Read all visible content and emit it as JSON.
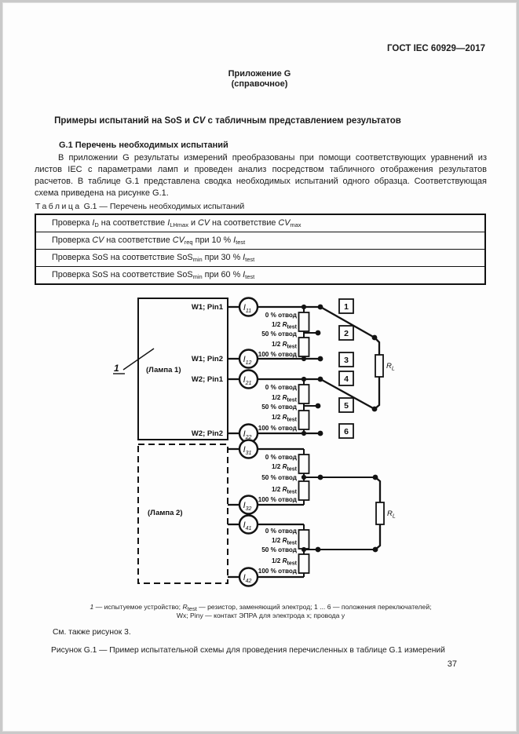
{
  "page": {
    "standard_ref": "ГОСТ IEC 60929—2017",
    "page_number": "37"
  },
  "annex": {
    "title": "Приложение G",
    "subtitle": "(справочное)"
  },
  "main_title_segments": [
    {
      "t": "Примеры испытаний на SoS и "
    },
    {
      "t": "CV",
      "s": "i"
    },
    {
      "t": " с табличным представлением результатов"
    }
  ],
  "section": {
    "heading": "G.1  Перечень необходимых испытаний",
    "paragraph": "В приложении G результаты измерений преобразованы при помощи соответствующих уравнений из листов IEC с параметрами ламп и проведен анализ посредством табличного отображения результатов расчетов. В таблице G.1 представлена сводка необходимых испытаний одного образца. Соответствующая схема приведена на рисунке G.1."
  },
  "table": {
    "caption_word": "Таблица",
    "caption_rest": " G.1 — Перечень необходимых испытаний",
    "rows": [
      {
        "segments": [
          {
            "t": "Проверка "
          },
          {
            "t": "I",
            "s": "i"
          },
          {
            "t": "D",
            "s": "sub"
          },
          {
            "t": " на соответствие "
          },
          {
            "t": "I",
            "s": "i"
          },
          {
            "t": "LHmax",
            "s": "sub"
          },
          {
            "t": " и "
          },
          {
            "t": "CV",
            "s": "i"
          },
          {
            "t": " на соответствие "
          },
          {
            "t": "CV",
            "s": "i"
          },
          {
            "t": "max",
            "s": "sub"
          }
        ]
      },
      {
        "segments": [
          {
            "t": "Проверка "
          },
          {
            "t": "CV",
            "s": "i"
          },
          {
            "t": " на соответствие "
          },
          {
            "t": "CV",
            "s": "i"
          },
          {
            "t": "req",
            "s": "sub"
          },
          {
            "t": " при 10 % "
          },
          {
            "t": "I",
            "s": "i"
          },
          {
            "t": "test",
            "s": "sub"
          }
        ]
      },
      {
        "segments": [
          {
            "t": "Проверка SoS на соответствие SoS"
          },
          {
            "t": "min",
            "s": "sub"
          },
          {
            "t": " при 30 % "
          },
          {
            "t": "I",
            "s": "i"
          },
          {
            "t": "test",
            "s": "sub"
          }
        ]
      },
      {
        "segments": [
          {
            "t": "Проверка SoS на соответствие SoS"
          },
          {
            "t": "min",
            "s": "sub"
          },
          {
            "t": " при 60 % "
          },
          {
            "t": "I",
            "s": "i"
          },
          {
            "t": "test",
            "s": "sub"
          }
        ]
      }
    ]
  },
  "figure": {
    "ref_label": "1",
    "lamp1_label": "(Лампа 1)",
    "lamp2_label": "(Лампа 2)",
    "terminals": [
      "W1; Pin1",
      "W1; Pin2",
      "W2; Pin1",
      "W2; Pin2"
    ],
    "meters": [
      {
        "sym": "I",
        "sub": "11"
      },
      {
        "sym": "I",
        "sub": "12"
      },
      {
        "sym": "I",
        "sub": "21"
      },
      {
        "sym": "I",
        "sub": "22"
      },
      {
        "sym": "I",
        "sub": "31"
      },
      {
        "sym": "I",
        "sub": "32"
      },
      {
        "sym": "I",
        "sub": "41"
      },
      {
        "sym": "I",
        "sub": "42"
      }
    ],
    "taps": {
      "p0": "0 % отвод",
      "p50": "50 % отвод",
      "p100": "100 % отвод",
      "half_prefix": "1/2 ",
      "r_sym": "R",
      "r_sub": "test"
    },
    "switch_positions": [
      "1",
      "2",
      "3",
      "4",
      "5",
      "6"
    ],
    "load": {
      "sym": "R",
      "sub": "L"
    }
  },
  "footnote": {
    "line1_segments": [
      {
        "t": "1",
        "s": "i"
      },
      {
        "t": " — испытуемое устройство; "
      },
      {
        "t": "R",
        "s": "i"
      },
      {
        "t": "test",
        "s": "sub"
      },
      {
        "t": " — резистор, заменяющий электрод; 1 ... 6 — положения переключателей;"
      }
    ],
    "line2": "Wx; Piny — контакт ЭПРА для электрода x; провода y"
  },
  "see_also": "См. также рисунок 3.",
  "figure_caption": "Рисунок G.1 — Пример испытательной схемы для проведения перечисленных в таблице G.1 измерений"
}
